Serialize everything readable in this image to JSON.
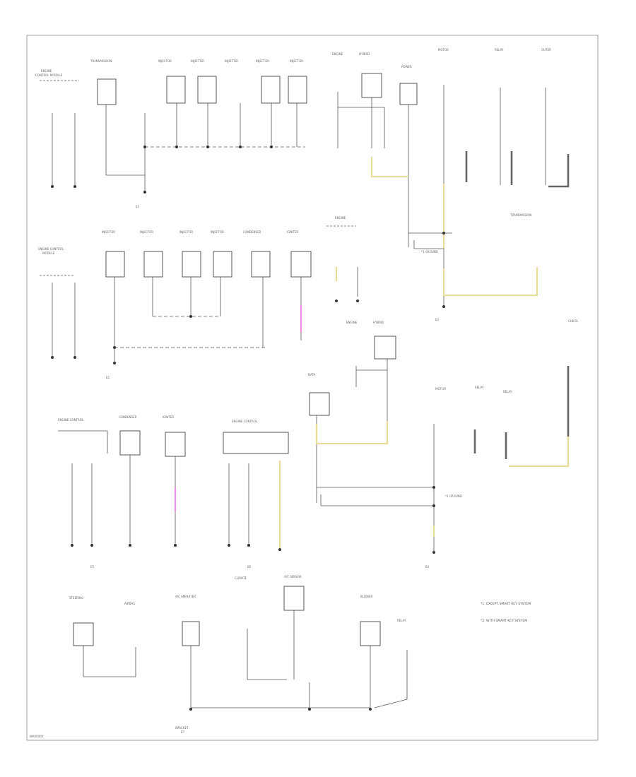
{
  "legend": {
    "item1": "*1: EXCEPT SMART KEY SYSTEM",
    "item2": "*2: WITH SMART KEY SYSTEM"
  },
  "footer": {
    "code": "WA00000"
  },
  "ground_points": {
    "g1": "E1",
    "g2": "E2",
    "g3": "E3",
    "g4": "E4",
    "g5": "E5",
    "g6": "E6",
    "g7": "E7"
  },
  "colors": {
    "wire_yellow": "#e8dc9a",
    "wire_pink": "#ef8fe8",
    "wire_gray": "#666666",
    "line": "#555555"
  }
}
